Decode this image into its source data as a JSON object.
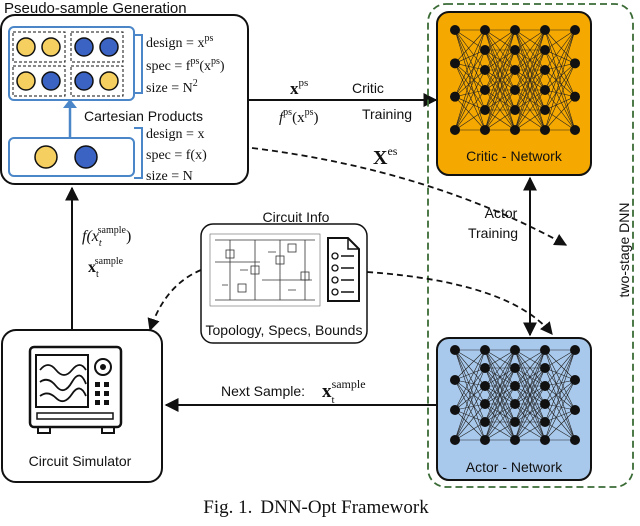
{
  "pseudo_sample": {
    "title": "Pseudo-sample Generation",
    "design_eq": "design = x",
    "design_sup": "ps",
    "spec_eq": "spec = f",
    "spec_sup": "ps",
    "spec_arg": "(x",
    "spec_arg_sup": "ps",
    "spec_close": ")",
    "size_eq": "size = N",
    "size_sup": "2",
    "cartesian_label": "Cartesian Products",
    "base_design": "design = x",
    "base_spec": "spec = f(x)",
    "base_size": "size = N"
  },
  "critic_arrow": {
    "top_label": "x",
    "top_sup": "ps",
    "bottom_label": "f",
    "bottom_sup": "ps",
    "bottom_arg": "(x",
    "bottom_arg_sup": "ps",
    "bottom_close": ")",
    "training_line1": "Critic",
    "training_line2": "Training"
  },
  "xes_label": "X",
  "xes_sup": "es",
  "critic_network": {
    "label": "Critic - Network",
    "color": "#f5a800"
  },
  "actor_network": {
    "label": "Actor - Network",
    "color": "#a9c9ec"
  },
  "actor_training": {
    "line1": "Actor",
    "line2": "Training"
  },
  "two_stage_label": "two-stage DNN",
  "circuit_info": {
    "title": "Circuit Info",
    "caption": "Topology, Specs, Bounds"
  },
  "simulator": {
    "label": "Circuit Simulator"
  },
  "left_arrow": {
    "f_label": "f(x",
    "f_sub": "t",
    "f_sup": "sample",
    "f_close": ")",
    "x_label": "x",
    "x_sub": "t",
    "x_sup": "sample"
  },
  "next_sample": {
    "label": "Next Sample:",
    "x": "x",
    "sub": "t",
    "sup": "sample"
  },
  "caption": {
    "fig": "Fig. 1.",
    "text": "DNN-Opt Framework"
  },
  "colors": {
    "yellow_dot": "#f5cf5f",
    "blue_dot": "#3a63c4",
    "blue_frame": "#4a86c8",
    "dashed_green": "#3a6b35"
  }
}
